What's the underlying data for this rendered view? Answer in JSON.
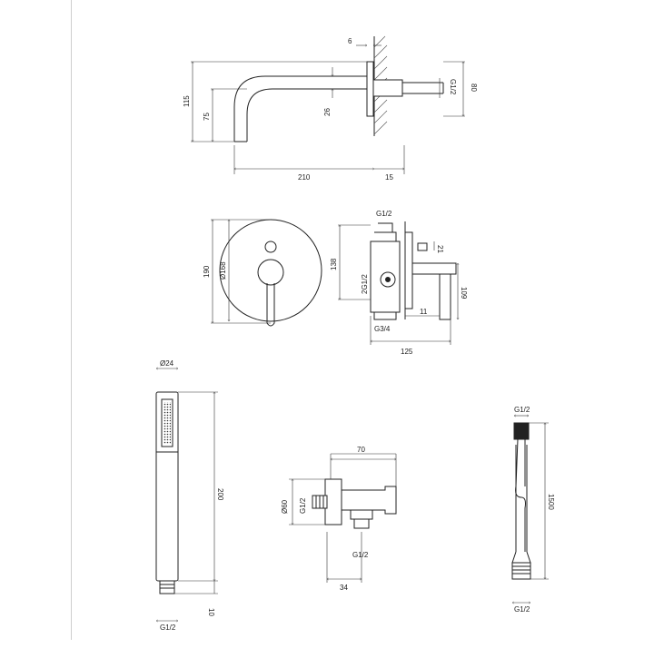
{
  "spout": {
    "d_wall": "6",
    "d_thread": "G1/2",
    "d_height": "80",
    "d_total_height": "115",
    "d_drop": "75",
    "d_pipe": "26",
    "d_length": "210",
    "d_flange": "15"
  },
  "mixer": {
    "d_height": "190",
    "d_diameter": "Ø168",
    "d_top_thread": "G1/2",
    "d_body": "138",
    "d_depth21": "21",
    "d_side_thread": "2G1/2",
    "d_handle": "109",
    "d_bottom_thread": "G3/4",
    "d_11": "11",
    "d_width": "125"
  },
  "hand_shower": {
    "d_diameter": "Ø24",
    "d_length": "200",
    "d_thread_len": "10",
    "d_thread": "G1/2"
  },
  "wall_outlet": {
    "d_length": "70",
    "d_diameter": "Ø60",
    "d_inlet": "G1/2",
    "d_outlet": "G1/2",
    "d_depth": "34"
  },
  "hose": {
    "d_top": "G1/2",
    "d_length": "1500",
    "d_bottom": "G1/2"
  }
}
